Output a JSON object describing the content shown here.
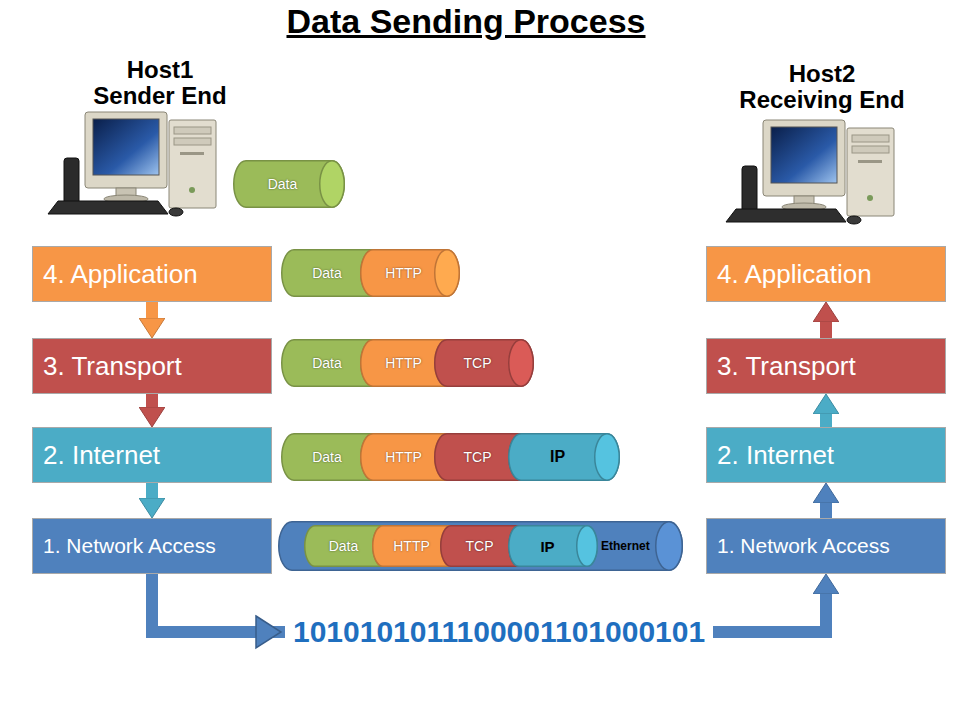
{
  "diagram": {
    "title": "Data Sending Process",
    "nodes": [
      {
        "text": [
          "4. Application"
        ]
      },
      {
        "text": [
          "3. Transport"
        ]
      },
      {
        "text": [
          "2. Internet"
        ]
      },
      {
        "text": [
          "1. Network Access"
        ]
      },
      {
        "text": [
          "4. Application"
        ]
      },
      {
        "text": [
          "3. Transport"
        ]
      },
      {
        "text": [
          "2. Internet"
        ]
      },
      {
        "text": [
          "1. Network Access"
        ]
      },
      {
        "text": [
          "Data"
        ]
      },
      {
        "text": [
          "Data"
        ]
      },
      {
        "text": [
          "HTTP"
        ]
      },
      {
        "text": [
          "Data"
        ]
      },
      {
        "text": [
          "HTTP"
        ]
      },
      {
        "text": [
          "TCP"
        ]
      },
      {
        "text": [
          "Data"
        ]
      },
      {
        "text": [
          "HTTP"
        ]
      },
      {
        "text": [
          "TCP"
        ]
      },
      {
        "text": [
          "IP"
        ]
      },
      {
        "text": [
          "Ethernet"
        ]
      },
      {
        "text": [
          "Data"
        ],
        "in": 18
      },
      {
        "text": [
          "HTTP"
        ],
        "in": 18
      },
      {
        "text": [
          "TCP"
        ],
        "in": 18
      },
      {
        "text": [
          "IP"
        ],
        "in": 18
      }
    ],
    "edges": [
      {
        "from": 0,
        "to": 1,
        "arrow": "to"
      },
      {
        "from": 1,
        "to": 2,
        "arrow": "to"
      },
      {
        "from": 2,
        "to": 3,
        "arrow": "to"
      },
      {
        "from": 3,
        "to": 7,
        "arrow": "to",
        "label": "1010101011100001101000101"
      },
      {
        "from": 7,
        "to": 6,
        "arrow": "to"
      },
      {
        "from": 6,
        "to": 5,
        "arrow": "to"
      },
      {
        "from": 5,
        "to": 4,
        "arrow": "to"
      }
    ],
    "labels": [
      "Host1",
      "Sender End",
      "Host2",
      "Receiving End"
    ]
  }
}
